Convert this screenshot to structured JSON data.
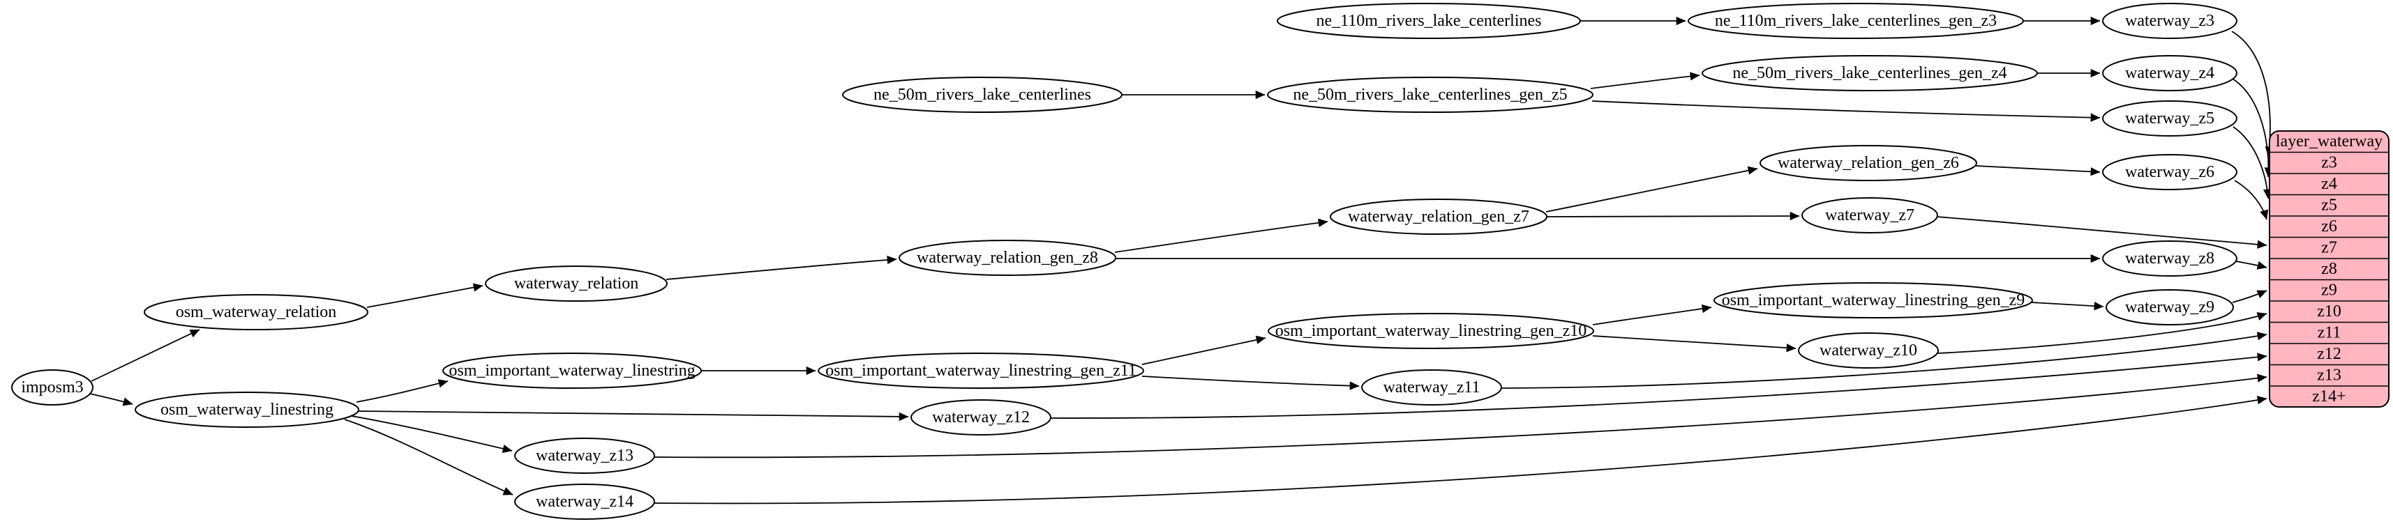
{
  "diagram": {
    "kind": "graphviz-etl-dependency-graph",
    "nodes": {
      "imposm3": "imposm3",
      "osm_waterway_relation": "osm_waterway_relation",
      "osm_waterway_linestring": "osm_waterway_linestring",
      "waterway_relation": "waterway_relation",
      "waterway_relation_gen_z8": "waterway_relation_gen_z8",
      "waterway_relation_gen_z7": "waterway_relation_gen_z7",
      "waterway_relation_gen_z6": "waterway_relation_gen_z6",
      "ne_110m_rivers_lake_centerlines": "ne_110m_rivers_lake_centerlines",
      "ne_110m_rivers_lake_centerlines_gen_z3": "ne_110m_rivers_lake_centerlines_gen_z3",
      "ne_50m_rivers_lake_centerlines": "ne_50m_rivers_lake_centerlines",
      "ne_50m_rivers_lake_centerlines_gen_z5": "ne_50m_rivers_lake_centerlines_gen_z5",
      "ne_50m_rivers_lake_centerlines_gen_z4": "ne_50m_rivers_lake_centerlines_gen_z4",
      "osm_important_waterway_linestring": "osm_important_waterway_linestring",
      "osm_important_waterway_linestring_gen_z11": "osm_important_waterway_linestring_gen_z11",
      "osm_important_waterway_linestring_gen_z10": "osm_important_waterway_linestring_gen_z10",
      "osm_important_waterway_linestring_gen_z9": "osm_important_waterway_linestring_gen_z9",
      "waterway_z3": "waterway_z3",
      "waterway_z4": "waterway_z4",
      "waterway_z5": "waterway_z5",
      "waterway_z6": "waterway_z6",
      "waterway_z7": "waterway_z7",
      "waterway_z8": "waterway_z8",
      "waterway_z9": "waterway_z9",
      "waterway_z10": "waterway_z10",
      "waterway_z11": "waterway_z11",
      "waterway_z12": "waterway_z12",
      "waterway_z13": "waterway_z13",
      "waterway_z14": "waterway_z14"
    },
    "edges": [
      "imposm3->osm_waterway_relation",
      "imposm3->osm_waterway_linestring",
      "osm_waterway_relation->waterway_relation",
      "waterway_relation->waterway_relation_gen_z8",
      "waterway_relation_gen_z8->waterway_relation_gen_z7",
      "waterway_relation_gen_z8->waterway_z8",
      "waterway_relation_gen_z7->waterway_relation_gen_z6",
      "waterway_relation_gen_z7->waterway_z7",
      "waterway_relation_gen_z6->waterway_z6",
      "ne_110m_rivers_lake_centerlines->ne_110m_rivers_lake_centerlines_gen_z3",
      "ne_110m_rivers_lake_centerlines_gen_z3->waterway_z3",
      "ne_50m_rivers_lake_centerlines->ne_50m_rivers_lake_centerlines_gen_z5",
      "ne_50m_rivers_lake_centerlines_gen_z5->ne_50m_rivers_lake_centerlines_gen_z4",
      "ne_50m_rivers_lake_centerlines_gen_z5->waterway_z5",
      "ne_50m_rivers_lake_centerlines_gen_z4->waterway_z4",
      "osm_waterway_linestring->osm_important_waterway_linestring",
      "osm_waterway_linestring->waterway_z12",
      "osm_waterway_linestring->waterway_z13",
      "osm_waterway_linestring->waterway_z14",
      "osm_important_waterway_linestring->osm_important_waterway_linestring_gen_z11",
      "osm_important_waterway_linestring_gen_z11->osm_important_waterway_linestring_gen_z10",
      "osm_important_waterway_linestring_gen_z11->waterway_z11",
      "osm_important_waterway_linestring_gen_z10->osm_important_waterway_linestring_gen_z9",
      "osm_important_waterway_linestring_gen_z10->waterway_z10",
      "osm_important_waterway_linestring_gen_z9->waterway_z9",
      "waterway_z3->layer_waterway.z3",
      "waterway_z4->layer_waterway.z4",
      "waterway_z5->layer_waterway.z5",
      "waterway_z6->layer_waterway.z6",
      "waterway_z7->layer_waterway.z7",
      "waterway_z8->layer_waterway.z8",
      "waterway_z9->layer_waterway.z9",
      "waterway_z10->layer_waterway.z10",
      "waterway_z11->layer_waterway.z11",
      "waterway_z12->layer_waterway.z12",
      "waterway_z13->layer_waterway.z13",
      "waterway_z14->layer_waterway.z14+"
    ],
    "table": {
      "title": "layer_waterway",
      "rows": [
        "z3",
        "z4",
        "z5",
        "z6",
        "z7",
        "z8",
        "z9",
        "z10",
        "z11",
        "z12",
        "z13",
        "z14+"
      ],
      "fill": "#ffb6c1",
      "stroke": "#000000"
    }
  }
}
